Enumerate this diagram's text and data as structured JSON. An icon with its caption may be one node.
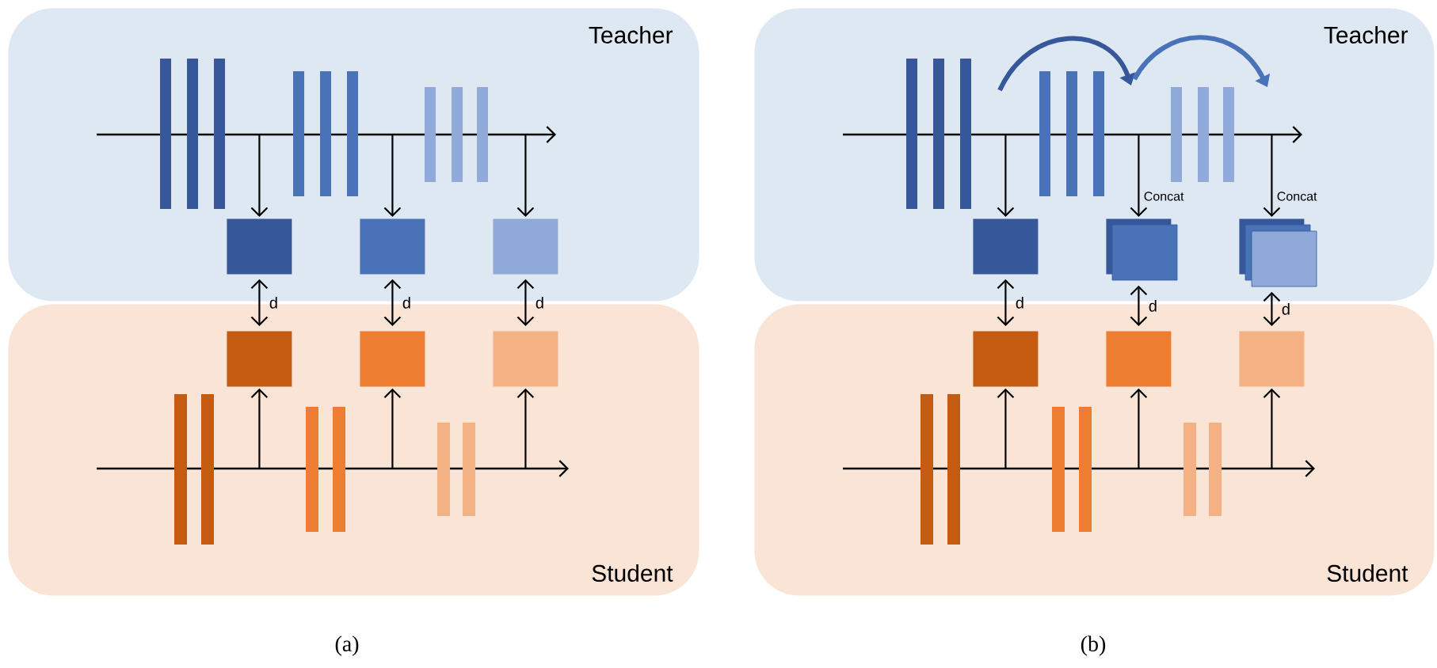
{
  "diagram": {
    "nodes": [
      {
        "text": [
          "Teacher"
        ]
      },
      {
        "text": [],
        "shape": "box",
        "in": 0
      },
      {
        "text": [],
        "shape": "box",
        "in": 0
      },
      {
        "text": [],
        "shape": "box",
        "in": 0
      },
      {
        "text": [
          "Student"
        ]
      },
      {
        "text": [],
        "shape": "box",
        "in": 4
      },
      {
        "text": [],
        "shape": "box",
        "in": 4
      },
      {
        "text": [],
        "shape": "box",
        "in": 4
      },
      {
        "text": [
          "Teacher"
        ]
      },
      {
        "text": [],
        "shape": "box",
        "in": 8
      },
      {
        "text": [],
        "shape": "box",
        "in": 8
      },
      {
        "text": [],
        "shape": "box",
        "in": 8
      },
      {
        "text": [
          "Student"
        ]
      },
      {
        "text": [],
        "shape": "box",
        "in": 12
      },
      {
        "text": [],
        "shape": "box",
        "in": 12
      },
      {
        "text": [],
        "shape": "box",
        "in": 12
      }
    ],
    "edges": [
      {
        "from": null,
        "to": 1,
        "arrow": "to"
      },
      {
        "from": null,
        "to": 2,
        "arrow": "to"
      },
      {
        "from": null,
        "to": 3,
        "arrow": "to"
      },
      {
        "from": 1,
        "to": 5,
        "arrow": "both",
        "label": "d"
      },
      {
        "from": 2,
        "to": 6,
        "arrow": "both",
        "label": "d"
      },
      {
        "from": 3,
        "to": 7,
        "arrow": "both",
        "label": "d"
      },
      {
        "from": null,
        "to": 5,
        "arrow": "to"
      },
      {
        "from": null,
        "to": 6,
        "arrow": "to"
      },
      {
        "from": null,
        "to": 7,
        "arrow": "to"
      },
      {
        "from": null,
        "to": 9,
        "arrow": "to"
      },
      {
        "from": null,
        "to": 10,
        "arrow": "to",
        "label": "Concat"
      },
      {
        "from": null,
        "to": 11,
        "arrow": "to",
        "label": "Concat"
      },
      {
        "from": 9,
        "to": 13,
        "arrow": "both",
        "label": "d"
      },
      {
        "from": 10,
        "to": 14,
        "arrow": "both",
        "label": "d"
      },
      {
        "from": 11,
        "to": 15,
        "arrow": "both",
        "label": "d"
      },
      {
        "from": null,
        "to": 13,
        "arrow": "to"
      },
      {
        "from": null,
        "to": 14,
        "arrow": "to"
      },
      {
        "from": null,
        "to": 15,
        "arrow": "to"
      }
    ],
    "labels": [
      "(a)",
      "(b)"
    ]
  }
}
